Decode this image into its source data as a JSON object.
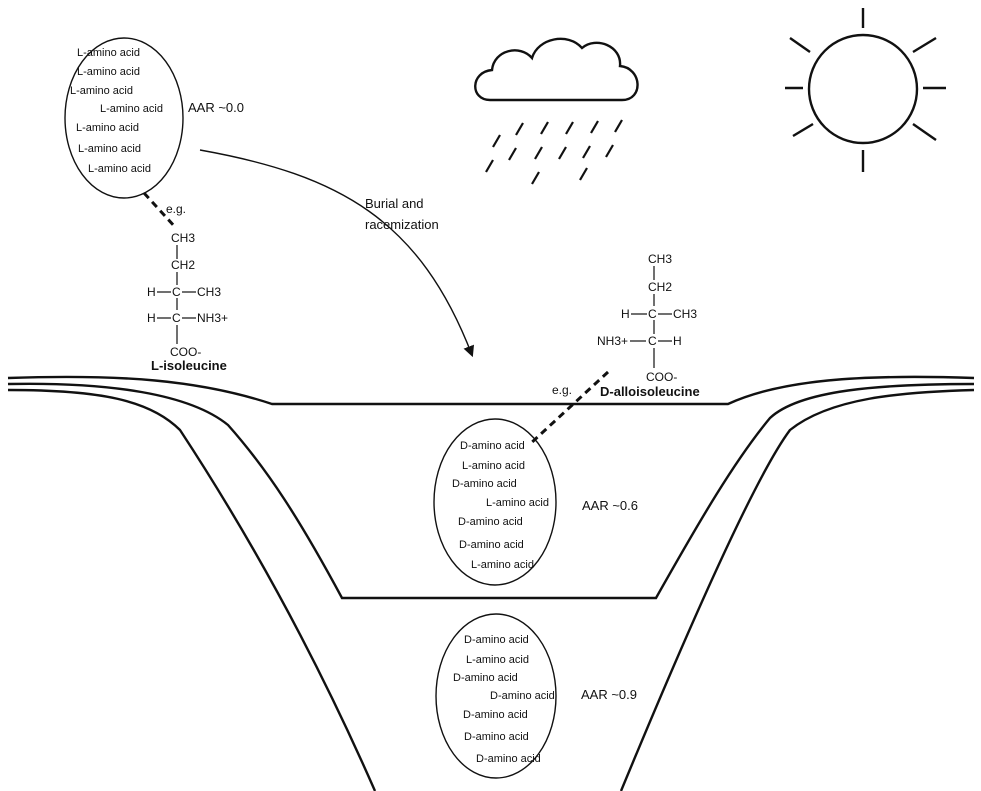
{
  "arrow_label": [
    "Burial and",
    "racemization"
  ],
  "eg_top": "e.g.",
  "eg_mid": "e.g.",
  "clusters": {
    "top": {
      "items": [
        "L-amino acid",
        "L-amino acid",
        "L-amino acid",
        "L-amino acid",
        "L-amino acid",
        "L-amino acid",
        "L-amino acid"
      ],
      "aar": "AAR ~0.0"
    },
    "middle": {
      "items": [
        "D-amino acid",
        "L-amino acid",
        "D-amino acid",
        "L-amino acid",
        "D-amino acid",
        "D-amino acid",
        "L-amino acid"
      ],
      "aar": "AAR ~0.6"
    },
    "bottom": {
      "items": [
        "D-amino acid",
        "L-amino acid",
        "D-amino acid",
        "D-amino acid",
        "D-amino acid",
        "D-amino acid",
        "D-amino acid"
      ],
      "aar": "AAR ~0.9"
    }
  },
  "isoleucine": {
    "ch3_top": "CH3",
    "ch2": "CH2",
    "h1": "H",
    "c1": "C",
    "ch3_side": "CH3",
    "h2": "H",
    "c2": "C",
    "nh3": "NH3+",
    "coo": "COO-",
    "name": "L-isoleucine"
  },
  "alloisoleucine": {
    "ch3_top": "CH3",
    "ch2": "CH2",
    "h1": "H",
    "c1": "C",
    "ch3_side": "CH3",
    "nh3": "NH3+",
    "c2": "C",
    "h2": "H",
    "coo": "COO-",
    "name": "D-alloisoleucine"
  }
}
